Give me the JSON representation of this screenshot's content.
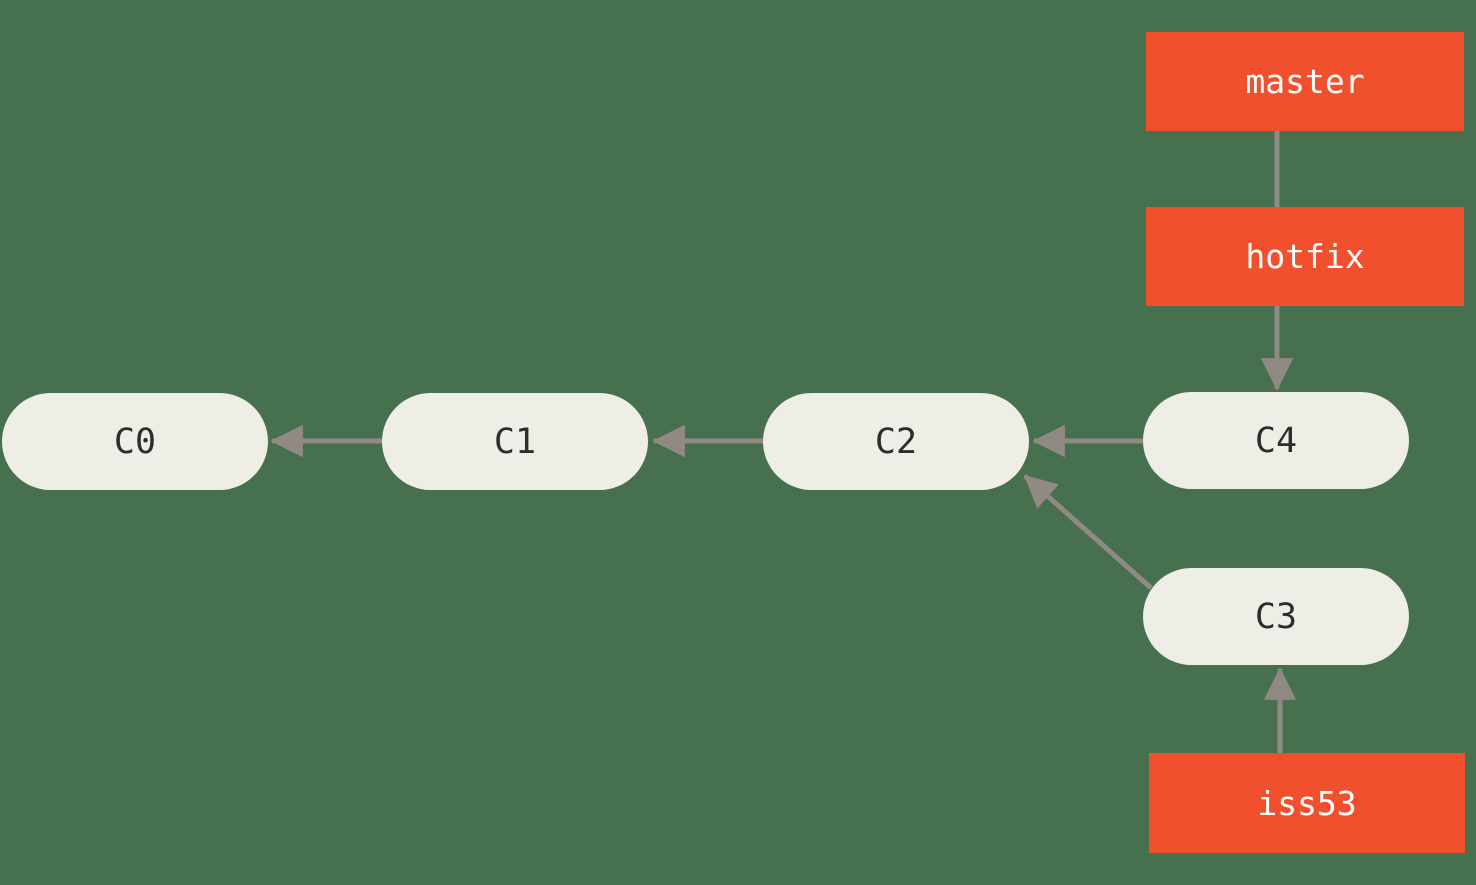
{
  "theme": {
    "background": "#47704f",
    "node_fill": "#efeee6",
    "node_text": "#2d2d2d",
    "branch_fill": "#f1502f",
    "branch_text": "#ffffff",
    "arrow": "#918a84"
  },
  "commits": [
    {
      "id": "c0",
      "label": "C0"
    },
    {
      "id": "c1",
      "label": "C1"
    },
    {
      "id": "c2",
      "label": "C2"
    },
    {
      "id": "c3",
      "label": "C3"
    },
    {
      "id": "c4",
      "label": "C4"
    }
  ],
  "branches": [
    {
      "id": "master",
      "label": "master"
    },
    {
      "id": "hotfix",
      "label": "hotfix"
    },
    {
      "id": "iss53",
      "label": "iss53"
    }
  ],
  "edges": [
    {
      "from": "C1",
      "to": "C0"
    },
    {
      "from": "C2",
      "to": "C1"
    },
    {
      "from": "C4",
      "to": "C2"
    },
    {
      "from": "C3",
      "to": "C2"
    },
    {
      "from": "master",
      "to": "C4"
    },
    {
      "from": "hotfix",
      "to": "C4"
    },
    {
      "from": "iss53",
      "to": "C3"
    }
  ]
}
